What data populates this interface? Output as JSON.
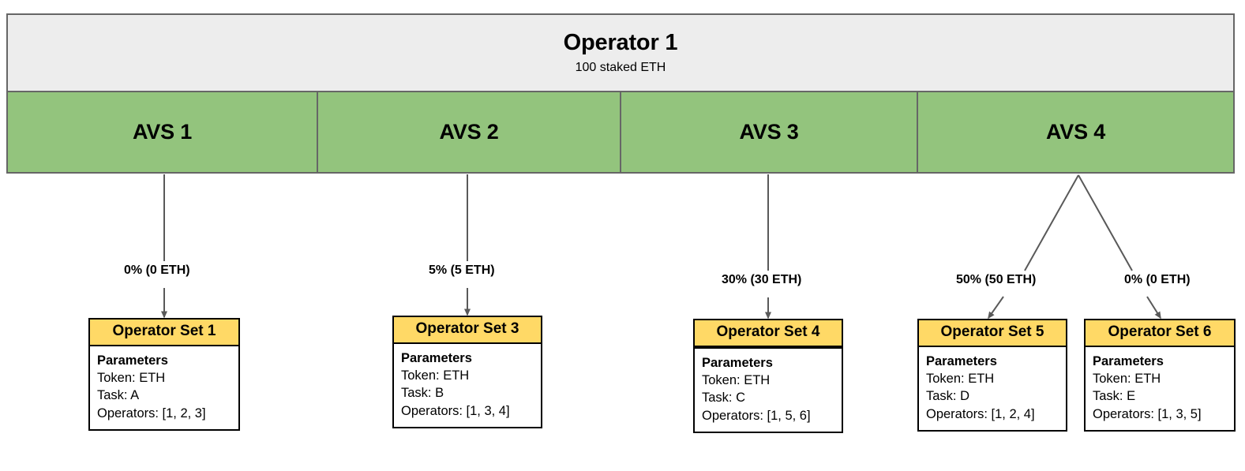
{
  "operator": {
    "title": "Operator 1",
    "subtitle": "100 staked ETH",
    "fill_color": "#ededed",
    "border_color": "#666666"
  },
  "avs": {
    "fill_color": "#93c47d",
    "items": [
      {
        "label": "AVS 1"
      },
      {
        "label": "AVS 2"
      },
      {
        "label": "AVS 3"
      },
      {
        "label": "AVS 4"
      }
    ]
  },
  "edges": [
    {
      "from": "AVS 1",
      "to": "Operator Set 1",
      "label": "0% (0 ETH)",
      "percent": 0,
      "eth": 0
    },
    {
      "from": "AVS 2",
      "to": "Operator Set 3",
      "label": "5% (5 ETH)",
      "percent": 5,
      "eth": 5
    },
    {
      "from": "AVS 3",
      "to": "Operator Set 4",
      "label": "30% (30 ETH)",
      "percent": 30,
      "eth": 30
    },
    {
      "from": "AVS 4",
      "to": "Operator Set 5",
      "label": "50% (50 ETH)",
      "percent": 50,
      "eth": 50
    },
    {
      "from": "AVS 4",
      "to": "Operator Set 6",
      "label": "0% (0 ETH)",
      "percent": 0,
      "eth": 0
    }
  ],
  "operator_sets": [
    {
      "title": "Operator Set 1",
      "params_title": "Parameters",
      "token": "Token: ETH",
      "task": "Task: A",
      "operators": "Operators: [1, 2, 3]",
      "header_color": "#ffd966"
    },
    {
      "title": "Operator Set 3",
      "params_title": "Parameters",
      "token": "Token: ETH",
      "task": "Task: B",
      "operators": "Operators: [1, 3, 4]",
      "header_color": "#ffd966"
    },
    {
      "title": "Operator Set 4",
      "params_title": "Parameters",
      "token": "Token: ETH",
      "task": "Task: C",
      "operators": "Operators: [1, 5, 6]",
      "header_color": "#ffd966"
    },
    {
      "title": "Operator Set 5",
      "params_title": "Parameters",
      "token": "Token: ETH",
      "task": "Task: D",
      "operators": "Operators: [1, 2, 4]",
      "header_color": "#ffd966"
    },
    {
      "title": "Operator Set 6",
      "params_title": "Parameters",
      "token": "Token: ETH",
      "task": "Task: E",
      "operators": "Operators: [1, 3, 5]",
      "header_color": "#ffd966"
    }
  ]
}
